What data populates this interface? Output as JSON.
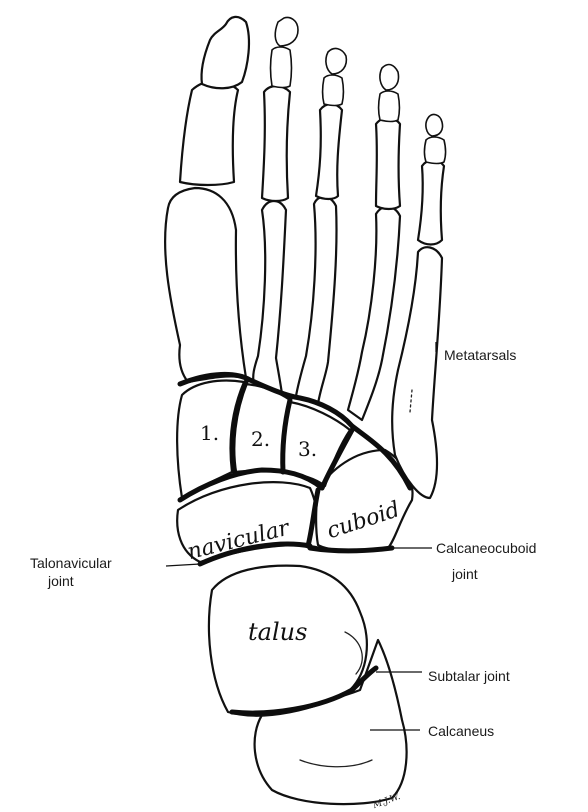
{
  "labels": {
    "metatarsals": "Metatarsals",
    "talonavicular_line1": "Talonavicular",
    "talonavicular_line2": "joint",
    "calcaneocuboid_line1": "Calcaneocuboid",
    "calcaneocuboid_line2": "joint",
    "subtalar": "Subtalar joint",
    "calcaneus": "Calcaneus"
  },
  "bones": {
    "navicular": "navicular",
    "cuboid": "cuboid",
    "talus": "talus"
  },
  "cuneiforms": {
    "first": "1.",
    "second": "2.",
    "third": "3."
  },
  "signature": "M.J.W."
}
